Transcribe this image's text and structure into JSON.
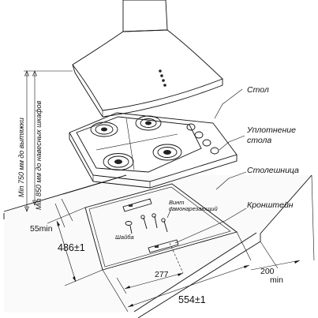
{
  "labels": {
    "stol": "Стол",
    "uplotnenie_1": "Уплотнение",
    "uplotnenie_2": "стола",
    "stoleshnitsa": "Столешница",
    "kronshtein": "Кронштейн",
    "vint_1": "Винт",
    "vint_2": "самонарезающий",
    "shaiba": "Шайба",
    "vertical_1": "Min 750 мм до вытяжки",
    "vertical_2": "Min 850 мм до навесных шкафов"
  },
  "dimensions": {
    "margin_left": "55min",
    "depth": "486±1",
    "half_width": "277",
    "width": "554±1",
    "rear_clearance_1": "200",
    "rear_clearance_2": "min"
  },
  "colors": {
    "line": "#111111",
    "hood_fill": "#f2f2f2",
    "hob_fill": "#e9e9e9",
    "counter_fill": "#f7f7f7"
  }
}
